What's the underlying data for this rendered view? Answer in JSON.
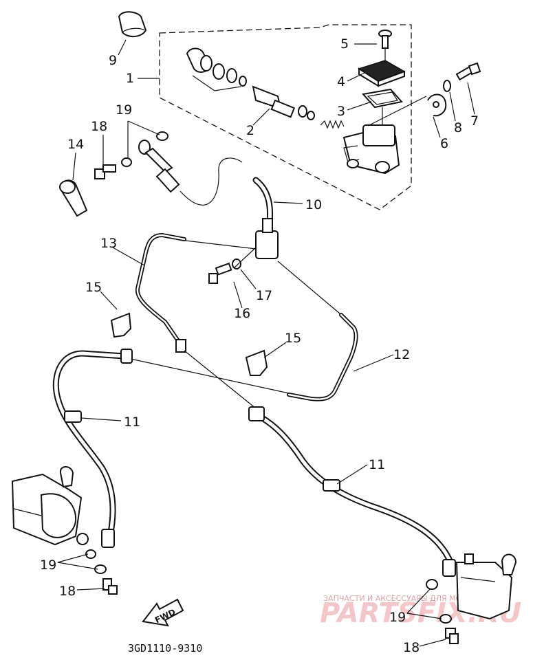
{
  "diagram": {
    "part_labels": {
      "p1": "1",
      "p2": "2",
      "p3": "3",
      "p4": "4",
      "p5": "5",
      "p6": "6",
      "p7": "7",
      "p8": "8",
      "p9": "9",
      "p10": "10",
      "p11a": "11",
      "p11b": "11",
      "p12": "12",
      "p13": "13",
      "p14": "14",
      "p15a": "15",
      "p15b": "15",
      "p16": "16",
      "p17": "17",
      "p18a": "18",
      "p18b": "18",
      "p18c": "18",
      "p19a": "19",
      "p19b": "19",
      "p19c": "19"
    },
    "fwd_label": "FWD",
    "diagram_code": "3GD1110-9310"
  },
  "watermark": {
    "caption": "ЗАПЧАСТИ И АКСЕССУАРЫ ДЛЯ МОТОТЕХНИКИ",
    "logo": "PARTSFIX.RU",
    "color": "#e8a0a0"
  }
}
